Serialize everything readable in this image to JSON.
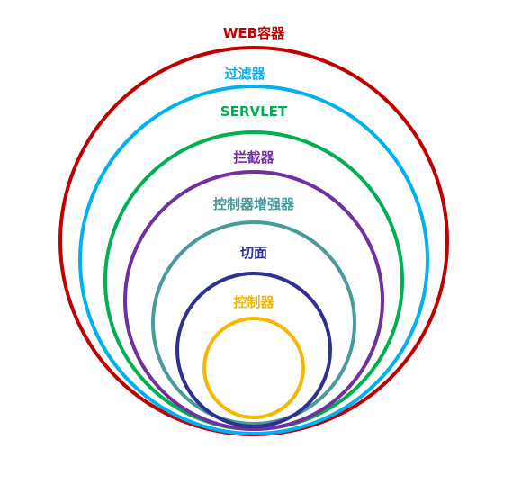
{
  "diagram": {
    "layers": [
      {
        "name": "web-container",
        "label": "WEB容器",
        "color": "#c00000"
      },
      {
        "name": "filter",
        "label": "过滤器",
        "color": "#00b0f0"
      },
      {
        "name": "servlet",
        "label": "SERVLET",
        "color": "#00b050"
      },
      {
        "name": "interceptor",
        "label": "拦截器",
        "color": "#7030a0"
      },
      {
        "name": "controller-advice",
        "label": "控制器增强器",
        "color": "#4a9a9a"
      },
      {
        "name": "aspect",
        "label": "切面",
        "color": "#2e3192"
      },
      {
        "name": "controller",
        "label": "控制器",
        "color": "#f5b800"
      }
    ]
  }
}
